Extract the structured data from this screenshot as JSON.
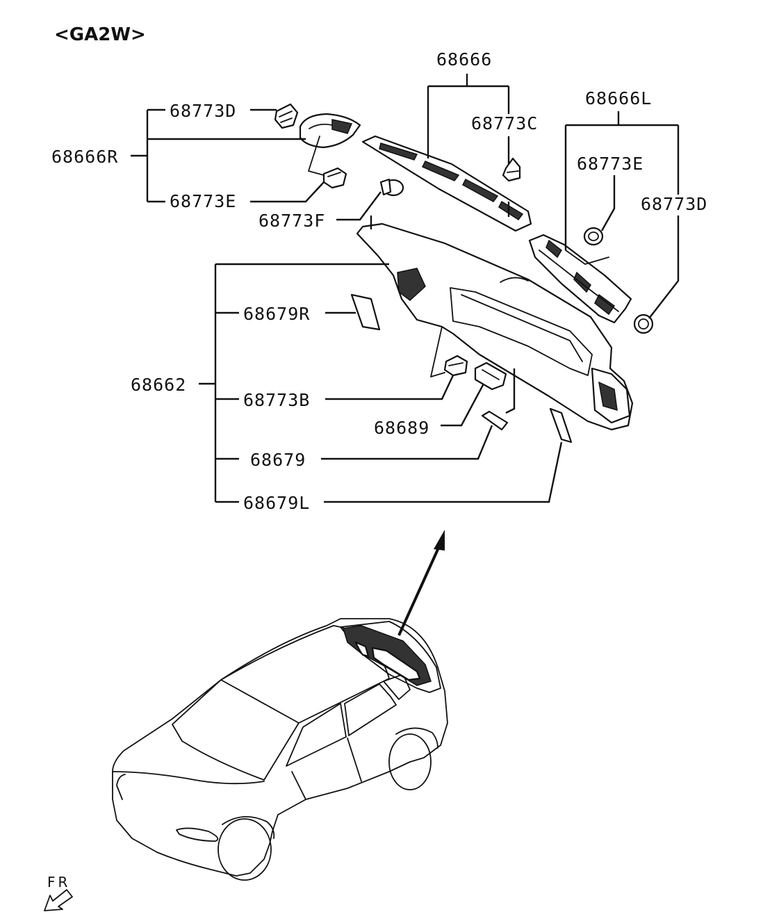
{
  "title": "<GA2W>",
  "callouts": {
    "p68666": "68666",
    "p68666L": "68666L",
    "p68666R": "68666R",
    "p68773D_left": "68773D",
    "p68773E_left": "68773E",
    "p68773F": "68773F",
    "p68773C": "68773C",
    "p68773E_right": "68773E",
    "p68773D_right": "68773D",
    "p68662": "68662",
    "p68679R": "68679R",
    "p68773B": "68773B",
    "p68689": "68689",
    "p68679": "68679",
    "p68679L": "68679L"
  },
  "direction_label": "FR"
}
